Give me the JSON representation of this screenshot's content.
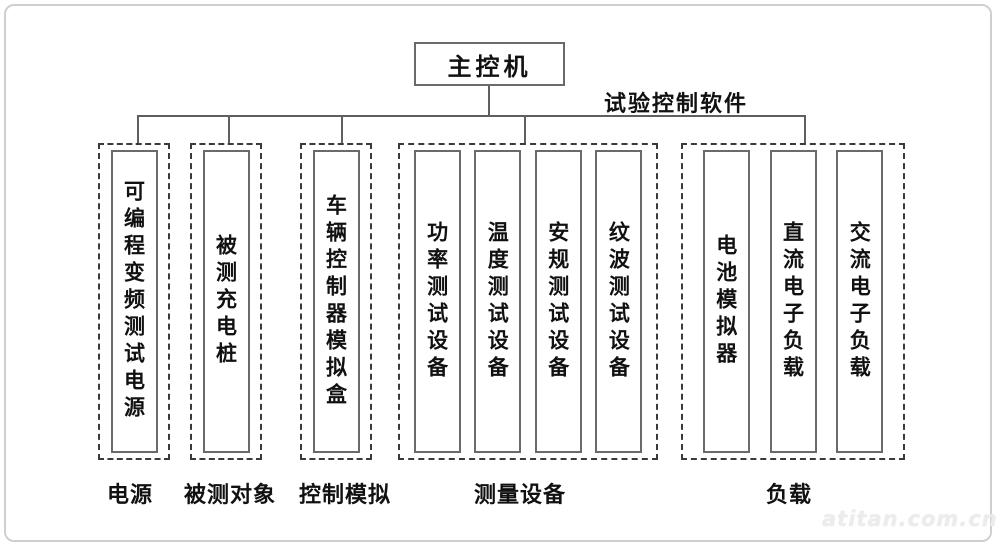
{
  "diagram": {
    "root_label": "主控机",
    "software_label": "试验控制软件",
    "groups": [
      {
        "caption": "电源",
        "boxes": [
          "可编程变频测试电源"
        ]
      },
      {
        "caption": "被测对象",
        "boxes": [
          "被测充电桩"
        ]
      },
      {
        "caption": "控制模拟",
        "boxes": [
          "车辆控制器模拟盒"
        ]
      },
      {
        "caption": "测量设备",
        "boxes": [
          "功率测试设备",
          "温度测试设备",
          "安规测试设备",
          "纹波测试设备"
        ]
      },
      {
        "caption": "负载",
        "boxes": [
          "电池模拟器",
          "直流电子负载",
          "交流电子负载"
        ]
      }
    ],
    "watermark": "atitan.com.cn",
    "colors": {
      "line": "#5f5f5f",
      "solid_border": "#6a6a6a",
      "dashed_border": "#3a3a3a",
      "frame": "#cfcfcf",
      "watermark": "#ececec"
    }
  }
}
